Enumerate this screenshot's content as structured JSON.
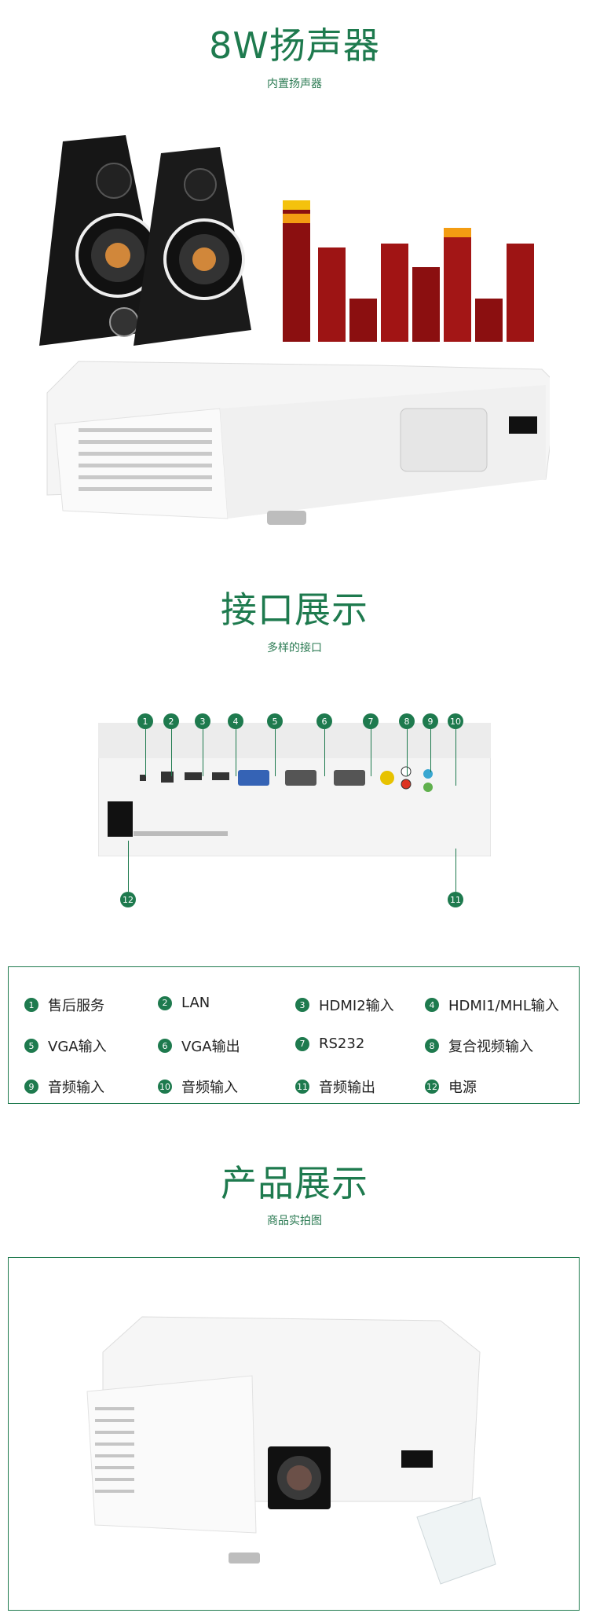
{
  "section1": {
    "title": "8W扬声器",
    "subtitle": "内置扬声器"
  },
  "section2": {
    "title": "接口展示",
    "subtitle": "多样的接口"
  },
  "section3": {
    "title": "产品展示",
    "subtitle": "商品实拍图"
  },
  "callouts": [
    "1",
    "2",
    "3",
    "4",
    "5",
    "6",
    "7",
    "8",
    "9",
    "10",
    "11",
    "12"
  ],
  "ports": [
    {
      "num": "1",
      "label": "售后服务"
    },
    {
      "num": "2",
      "label": "LAN"
    },
    {
      "num": "3",
      "label": "HDMI2输入"
    },
    {
      "num": "4",
      "label": "HDMI1/MHL输入"
    },
    {
      "num": "5",
      "label": "VGA输入"
    },
    {
      "num": "6",
      "label": "VGA输出"
    },
    {
      "num": "7",
      "label": "RS232"
    },
    {
      "num": "8",
      "label": "复合视频输入"
    },
    {
      "num": "9",
      "label": "音频输入"
    },
    {
      "num": "10",
      "label": "音频输入"
    },
    {
      "num": "11",
      "label": "音频输出"
    },
    {
      "num": "12",
      "label": "电源"
    }
  ],
  "colors": {
    "accent": "#1e7a4e"
  }
}
